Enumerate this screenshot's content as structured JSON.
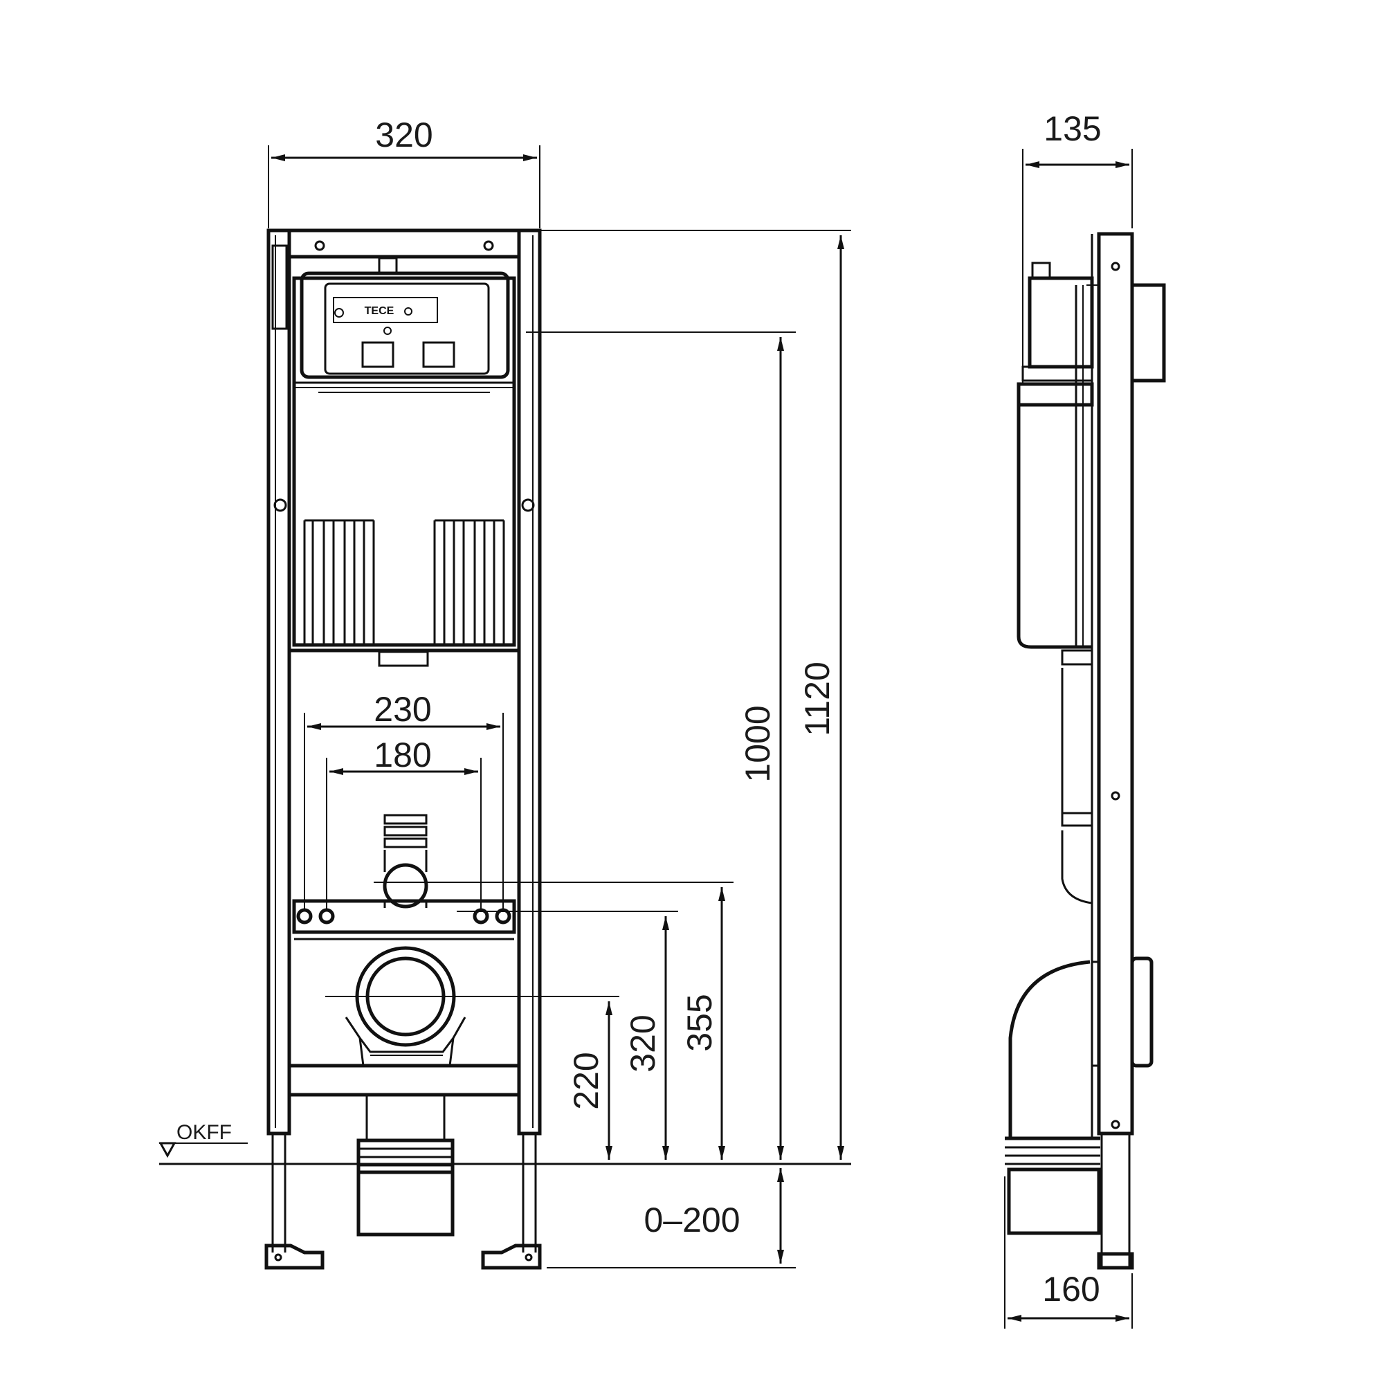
{
  "front_view": {
    "width_label": "320",
    "height_total_label": "1120",
    "height_actuator_label": "1000",
    "bolt_spacing_outer_label": "230",
    "bolt_spacing_inner_label": "180",
    "bolt_height_label": "355",
    "supply_height_label": "320",
    "drain_height_label": "220",
    "leg_extension_label": "0–200",
    "floor_level_label": "OKFF",
    "brand_label": "TECE"
  },
  "side_view": {
    "depth_top_label": "135",
    "depth_bottom_label": "160"
  }
}
